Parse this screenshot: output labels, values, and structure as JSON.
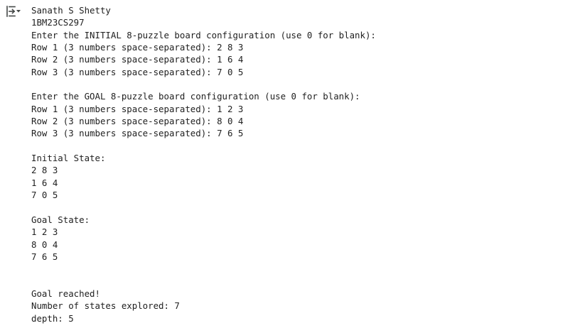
{
  "output_toggle": {
    "icon": "expand-output-icon",
    "color": "#444746"
  },
  "output_lines": [
    "Sanath S Shetty",
    "1BM23CS297",
    "Enter the INITIAL 8-puzzle board configuration (use 0 for blank):",
    "Row 1 (3 numbers space-separated): 2 8 3",
    "Row 2 (3 numbers space-separated): 1 6 4",
    "Row 3 (3 numbers space-separated): 7 0 5",
    "",
    "Enter the GOAL 8-puzzle board configuration (use 0 for blank):",
    "Row 1 (3 numbers space-separated): 1 2 3",
    "Row 2 (3 numbers space-separated): 8 0 4",
    "Row 3 (3 numbers space-separated): 7 6 5",
    "",
    "Initial State:",
    "2 8 3",
    "1 6 4",
    "7 0 5",
    "",
    "Goal State:",
    "1 2 3",
    "8 0 4",
    "7 6 5",
    "",
    "",
    "Goal reached!",
    "Number of states explored: 7",
    "depth: 5"
  ]
}
